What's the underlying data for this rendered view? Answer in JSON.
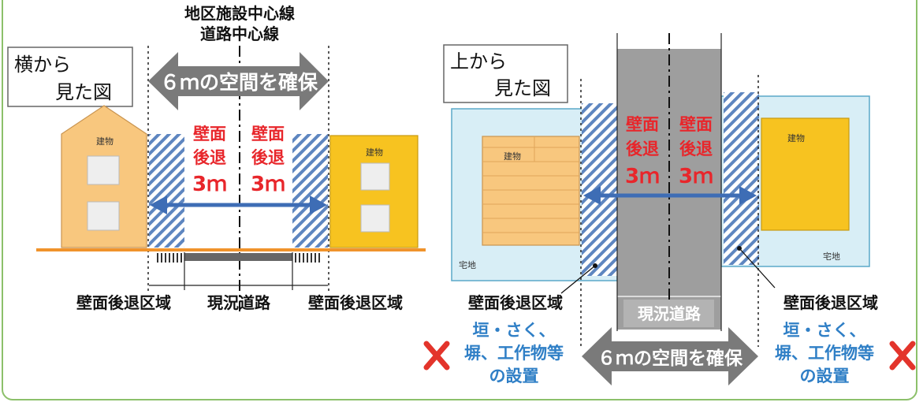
{
  "side_view": {
    "label_line1": "横から",
    "label_line2": "見た図",
    "centerline_line1": "地区施設中心線",
    "centerline_line2": "道路中心線",
    "space_label": "６ｍの空間を確保",
    "left_setback_line1": "壁面",
    "left_setback_line2": "後退",
    "left_setback_line3": "3ｍ",
    "right_setback_line1": "壁面",
    "right_setback_line2": "後退",
    "right_setback_line3": "3ｍ",
    "left_building": "建物",
    "right_building": "建物",
    "left_zone": "壁面後退区域",
    "road": "現況道路",
    "right_zone": "壁面後退区域"
  },
  "top_view": {
    "label_line1": "上から",
    "label_line2": "見た図",
    "left_setback_line1": "壁面",
    "left_setback_line2": "後退",
    "left_setback_line3": "3ｍ",
    "right_setback_line1": "壁面",
    "right_setback_line2": "後退",
    "right_setback_line3": "3ｍ",
    "left_building": "建物",
    "right_building": "建物",
    "left_lot": "宅地",
    "right_lot": "宅地",
    "left_zone": "壁面後退区域",
    "right_zone": "壁面後退区域",
    "road": "現況道路",
    "space_label": "６ｍの空間を確保",
    "left_prohibited_line1": "垣・さく、",
    "left_prohibited_line2": "塀、工作物等",
    "left_prohibited_line3": "の設置",
    "right_prohibited_line1": "垣・さく、",
    "right_prohibited_line2": "塀、工作物等",
    "right_prohibited_line3": "の設置"
  },
  "colors": {
    "frame": "#8cc06a",
    "building_orange": "#f8c77e",
    "building_yellow": "#f7c320",
    "setback_red": "#e8262b",
    "arrow_blue": "#3e6db5",
    "road_gray": "#9e9e9e",
    "lot_blue": "#d8eef6",
    "caption_blue": "#2f7fc6",
    "cross_red": "#e3342b"
  }
}
